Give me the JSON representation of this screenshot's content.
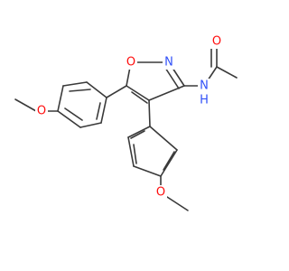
{
  "molecule": {
    "atoms": {
      "carbonyl_oxygen": "O",
      "amide_nitrogen": "N",
      "amide_hydrogen": "H",
      "ring_oxygen": "O",
      "ring_nitrogen": "N",
      "methoxy_oxygen_left": "O",
      "methoxy_oxygen_bottom": "O"
    }
  },
  "colors": {
    "bond": "#3a3a3a",
    "oxygen": "#ff0d0d",
    "nitrogen": "#3050f8",
    "background": "#ffffff"
  }
}
